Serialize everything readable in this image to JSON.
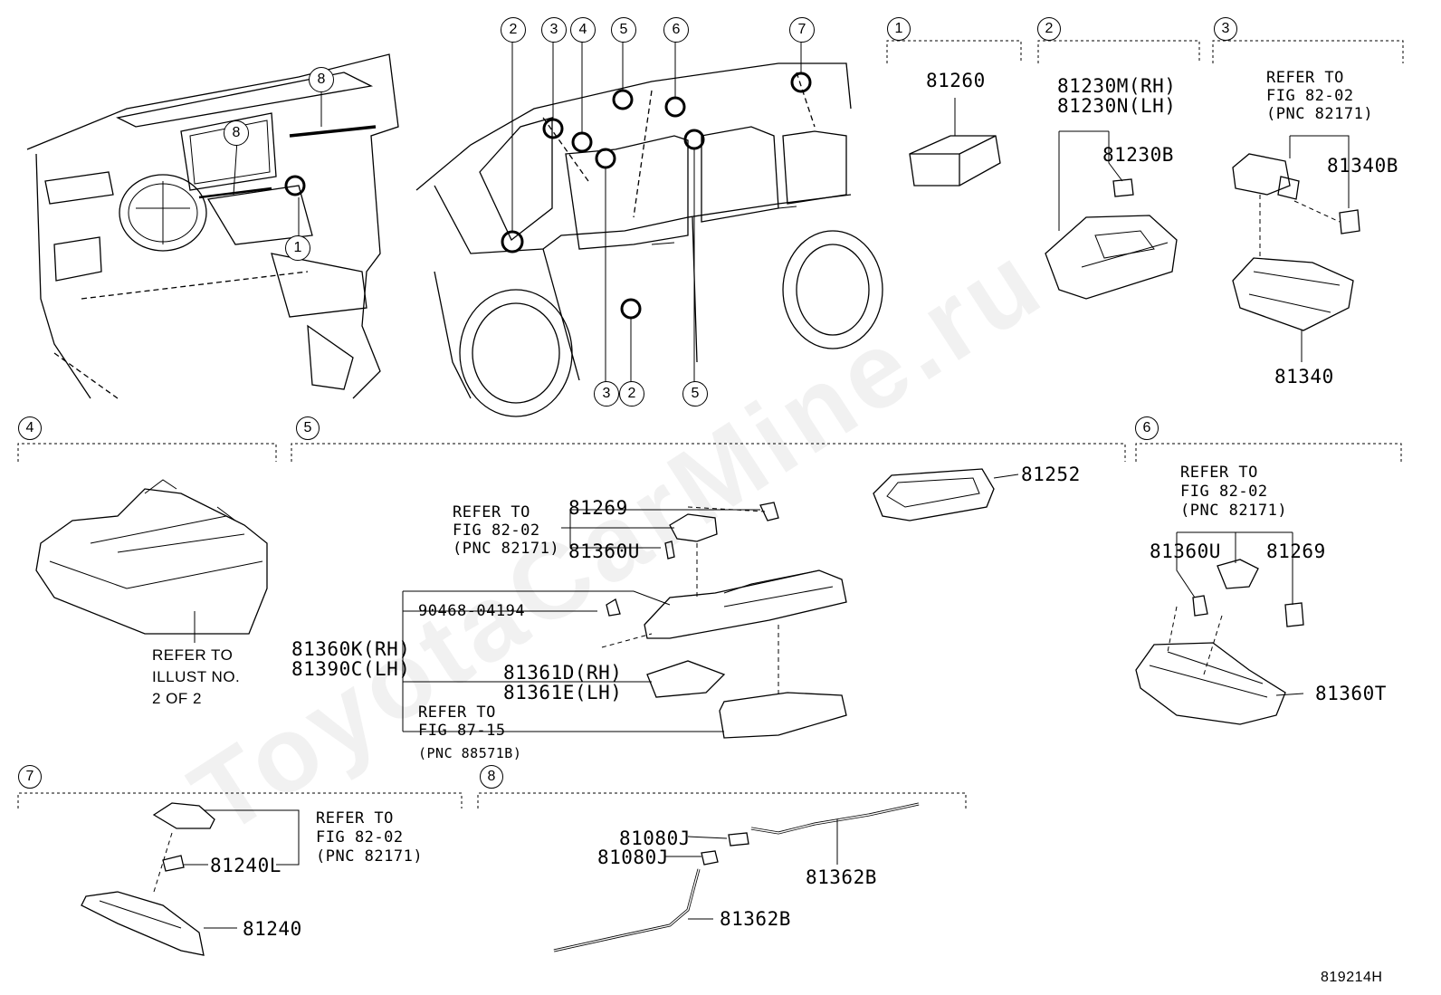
{
  "watermark": "ToyotaCarMine.ru",
  "diagram_id": "819214H",
  "callouts": [
    "1",
    "2",
    "3",
    "4",
    "5",
    "6",
    "7",
    "8"
  ],
  "sections": {
    "s1": {
      "callout": "1",
      "parts": [
        "81260"
      ]
    },
    "s2": {
      "callout": "2",
      "parts": [
        "81230M(RH)",
        "81230N(LH)",
        "81230B"
      ]
    },
    "s3": {
      "callout": "3",
      "refer": [
        "REFER TO",
        "FIG 82-02",
        "(PNC 82171)"
      ],
      "parts": [
        "81340B",
        "81340"
      ]
    },
    "s4": {
      "callout": "4",
      "refer": [
        "REFER TO",
        "ILLUST NO.",
        "2 OF 2"
      ]
    },
    "s5": {
      "callout": "5",
      "refer_a": [
        "REFER TO",
        "FIG 82-02",
        "(PNC 82171)"
      ],
      "parts": [
        "81269",
        "81360U",
        "90468-04194",
        "81360K(RH)",
        "81390C(LH)",
        "81361D(RH)",
        "81361E(LH)",
        "81252"
      ],
      "refer_b": [
        "REFER TO",
        "FIG 87-15",
        "(PNC 88571B)"
      ]
    },
    "s6": {
      "callout": "6",
      "refer": [
        "REFER TO",
        "FIG 82-02",
        "(PNC 82171)"
      ],
      "parts": [
        "81360U",
        "81269",
        "81360T"
      ]
    },
    "s7": {
      "callout": "7",
      "refer": [
        "REFER TO",
        "FIG 82-02",
        "(PNC 82171)"
      ],
      "parts": [
        "81240L",
        "81240"
      ]
    },
    "s8": {
      "callout": "8",
      "parts": [
        "81080J",
        "81080J",
        "81362B",
        "81362B"
      ]
    }
  }
}
